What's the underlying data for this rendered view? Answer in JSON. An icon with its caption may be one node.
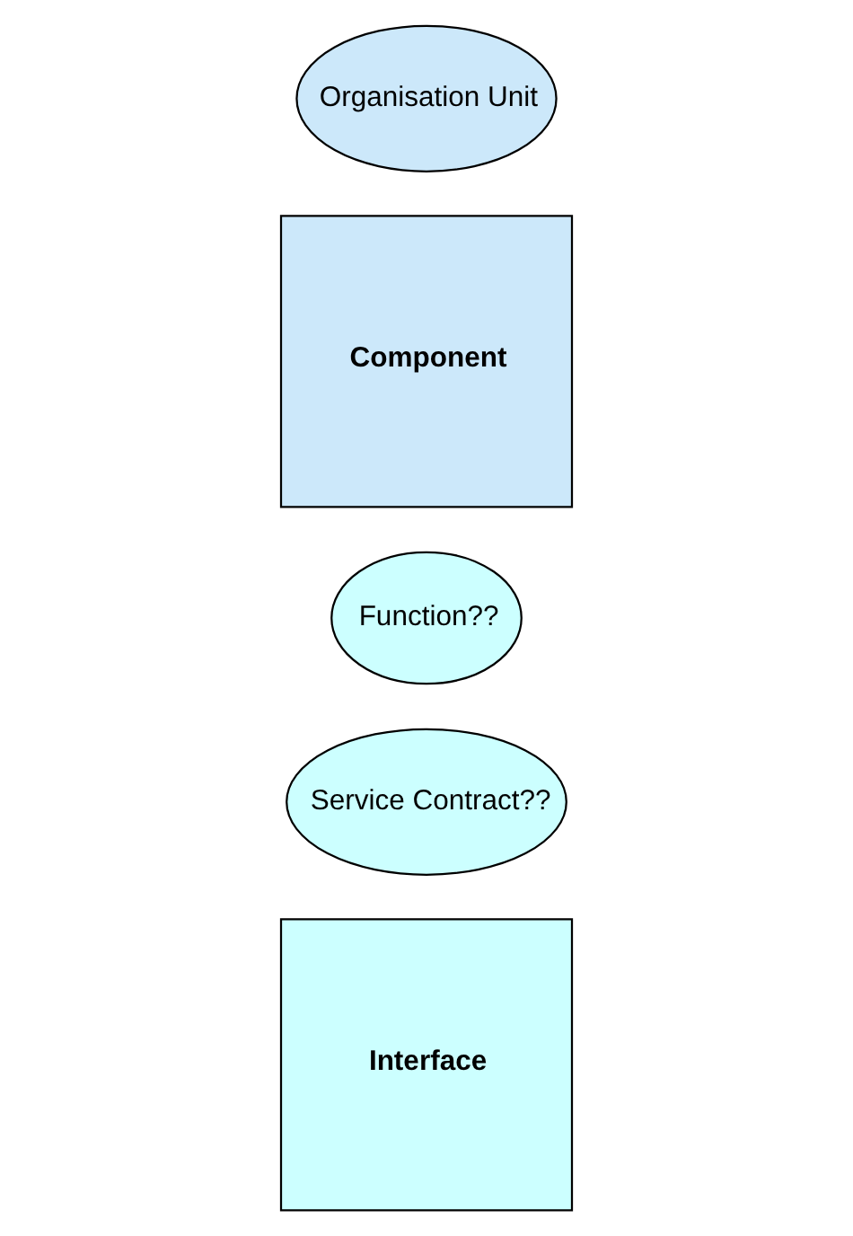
{
  "diagram": {
    "nodes": [
      {
        "text": [
          "Interface"
        ]
      },
      {
        "text": [
          "Service Contract??"
        ]
      },
      {
        "text": [
          "Function??"
        ]
      },
      {
        "text": [
          "Component"
        ]
      },
      {
        "text": [
          "Organisation Unit"
        ]
      }
    ]
  }
}
